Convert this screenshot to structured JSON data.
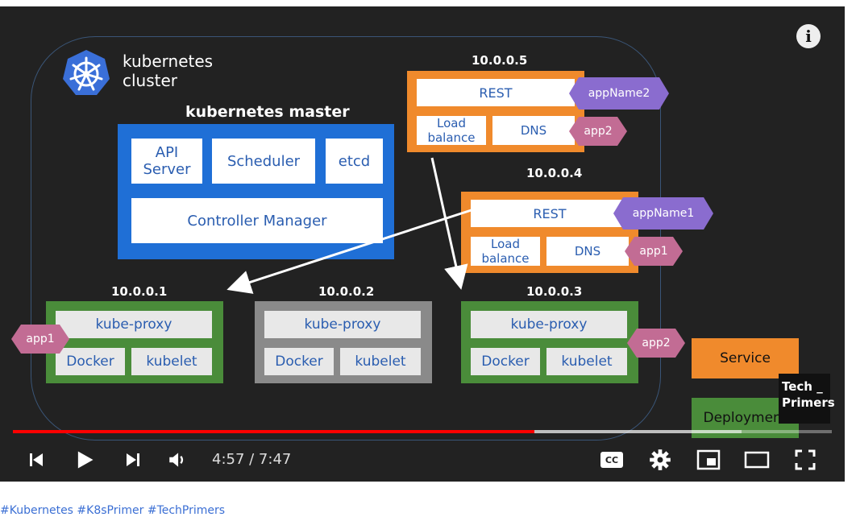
{
  "slide": {
    "cluster_label_line1": "kubernetes",
    "cluster_label_line2": "cluster",
    "master_title": "kubernetes master",
    "master_components": {
      "api_server_line1": "API",
      "api_server_line2": "Server",
      "scheduler": "Scheduler",
      "etcd": "etcd",
      "controller_manager": "Controller Manager"
    },
    "pods": [
      {
        "ip": "10.0.0.5",
        "rest": "REST",
        "lb_line1": "Load",
        "lb_line2": "balance",
        "dns": "DNS",
        "tag_name": "appName2",
        "tag_app": "app2"
      },
      {
        "ip": "10.0.0.4",
        "rest": "REST",
        "lb_line1": "Load",
        "lb_line2": "balance",
        "dns": "DNS",
        "tag_name": "appName1",
        "tag_app": "app1"
      }
    ],
    "nodes": [
      {
        "ip": "10.0.0.1",
        "proxy": "kube-proxy",
        "docker": "Docker",
        "kubelet": "kubelet",
        "tag": "app1"
      },
      {
        "ip": "10.0.0.2",
        "proxy": "kube-proxy",
        "docker": "Docker",
        "kubelet": "kubelet",
        "tag": ""
      },
      {
        "ip": "10.0.0.3",
        "proxy": "kube-proxy",
        "docker": "Docker",
        "kubelet": "kubelet",
        "tag": "app2"
      }
    ],
    "legend": {
      "service": "Service",
      "deployment": "Deployment"
    },
    "watermark_line1": "Tech _",
    "watermark_line2": "Primers"
  },
  "player": {
    "current_time": "4:57",
    "duration": "7:47",
    "time_display": "4:57 / 7:47",
    "progress_fraction": 0.637,
    "buffered_fraction": 0.89,
    "info_label": "i",
    "controls": [
      "previous-icon",
      "play-icon",
      "next-icon",
      "volume-icon",
      "captions-icon",
      "settings-icon",
      "miniplayer-icon",
      "theater-icon",
      "fullscreen-icon"
    ],
    "captions_label": "CC"
  },
  "colors": {
    "progress": "#ff0000",
    "master": "#1f6fd6",
    "pod": "#f08a2c",
    "node": "#4a8c3a",
    "node_gray": "#8a8a8a",
    "tag_purple": "#8a6ccf",
    "tag_pink": "#c26c94",
    "hashtag_link": "#3b6fd4"
  },
  "below_player": {
    "hashtags": "#Kubernetes #K8sPrimer #TechPrimers"
  }
}
